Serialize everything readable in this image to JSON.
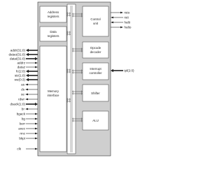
{
  "blocks": {
    "address_registers": [
      "Address",
      "registers"
    ],
    "data_registers": [
      "Data",
      "registers"
    ],
    "memory_interface": [
      "Memory",
      "interface"
    ],
    "control_unit": [
      "Control",
      "unit"
    ],
    "opcode_decoder": [
      "Opcode",
      "decoder"
    ],
    "interrupt_controller": [
      "Interrupt",
      "controller"
    ],
    "shifter": "Shifter",
    "alu": "ALU"
  },
  "left_pins": [
    "addr(31:0)",
    "datao(31:0)",
    "datai(31:0)",
    "addrz",
    "dataz",
    "fc(2:0)",
    "siz(1:0)",
    "we(0:3)",
    "as",
    "ds",
    "oe",
    "rdwr",
    "dsack(1:0)",
    "br",
    "bgack",
    "bg",
    "berr",
    "avec",
    "rmc",
    "bkpt"
  ],
  "right_pins": [
    "rsto",
    "rsti",
    "halti",
    "halto"
  ],
  "irq_pin": "ipl(2:0)",
  "clk_pin": "clk",
  "colors": {
    "block_fill": "#cfcfcf",
    "inner_fill": "#ffffff",
    "line": "#333333"
  }
}
